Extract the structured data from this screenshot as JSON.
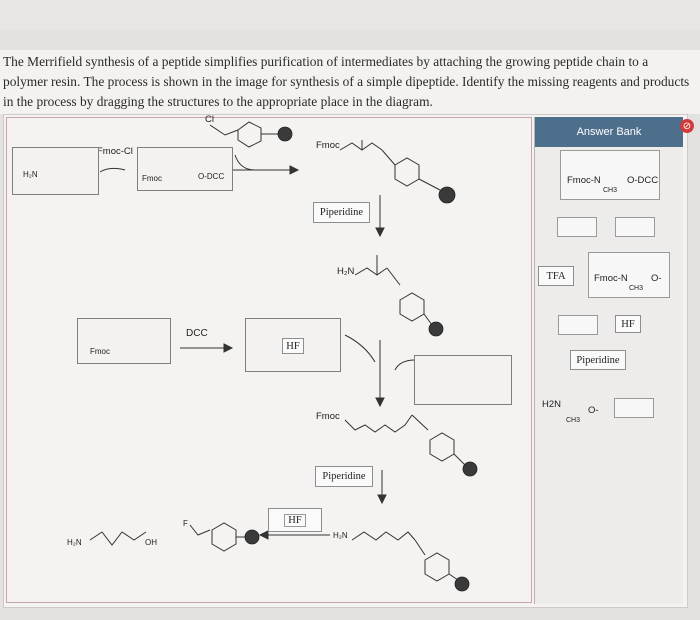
{
  "question": {
    "text": "The Merrifield synthesis of a peptide simplifies purification of intermediates by attaching the growing peptide chain to a polymer resin. The process is shown in the image for synthesis of a simple dipeptide. Identify the missing reagents and products in the process by dragging the structures to the appropriate place in the diagram."
  },
  "bank": {
    "header": "Answer Bank",
    "items": [
      {
        "type": "structure",
        "main": "Fmoc-N",
        "sub": "CH3",
        "tail": "O-DCC"
      },
      {
        "type": "empty"
      },
      {
        "type": "empty"
      },
      {
        "type": "reagent",
        "label": "TFA"
      },
      {
        "type": "structure",
        "main": "Fmoc-N",
        "sub": "CH3",
        "tail": "O-"
      },
      {
        "type": "empty"
      },
      {
        "type": "reagent",
        "label": "HF"
      },
      {
        "type": "reagent",
        "label": "Piperidine"
      },
      {
        "type": "structure",
        "main": "H2N",
        "sub": "CH3",
        "tail": "O-"
      },
      {
        "type": "empty"
      }
    ]
  },
  "diagram": {
    "reagent_fmoc_cl": "Fmoc-Cl",
    "cl_label": "Cl",
    "start_nh2": "H₂N",
    "activated_label": "Fmoc",
    "activated_tail": "O-DCC",
    "step1_product": "Fmoc",
    "reagent_piperidine_1": "Piperidine",
    "deprot_amine": "H₂N",
    "dcc_label": "DCC",
    "left_box_fmoc": "Fmoc",
    "hf_box_1": "HF",
    "dipeptide_fmoc": "Fmoc",
    "reagent_piperidine_2": "Piperidine",
    "hf_box_2": "HF",
    "final_nh2": "H₂N",
    "final_oh": "OH",
    "final_f": "F",
    "resin_nh2": "H₂N"
  }
}
